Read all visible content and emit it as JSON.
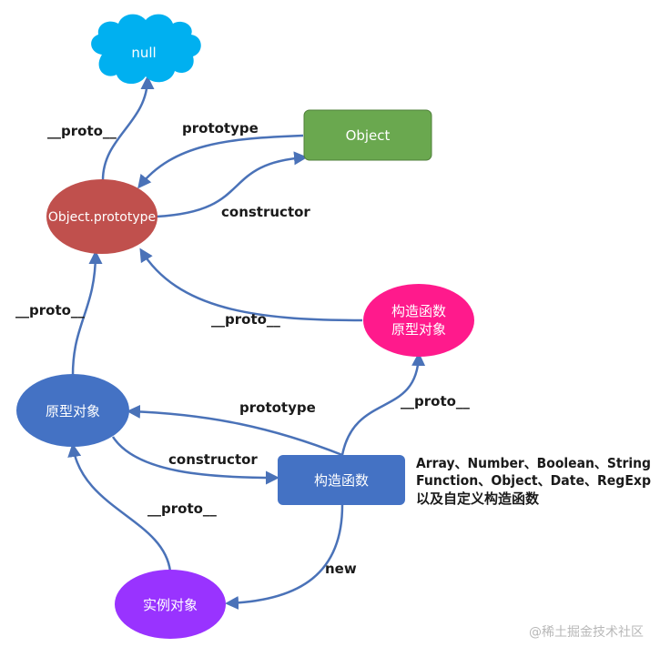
{
  "nodes": {
    "null": {
      "label": "null",
      "color": "#00b0f0"
    },
    "object": {
      "label": "Object",
      "color": "#6aa84f"
    },
    "object_prototype": {
      "label": "Object.prototype",
      "color": "#c0504d"
    },
    "constructor_prototype": {
      "label_line1": "构造函数",
      "label_line2": "原型对象",
      "color": "#ff1a8c"
    },
    "prototype_object": {
      "label": "原型对象",
      "color": "#4472c4"
    },
    "constructor_function": {
      "label": "构造函数",
      "color": "#4472c4"
    },
    "instance": {
      "label": "实例对象",
      "color": "#9933ff"
    }
  },
  "edges": {
    "objproto_to_null": "__proto__",
    "object_to_objproto": "prototype",
    "objproto_to_object": "constructor",
    "protoobj_to_objproto": "__proto__",
    "ctorproto_to_objproto": "__proto__",
    "ctor_to_protoobj": "prototype",
    "protoobj_to_ctor": "constructor",
    "ctor_to_ctorproto": "__proto__",
    "ctor_to_instance": "new",
    "instance_to_protoobj": "__proto__"
  },
  "note": {
    "line1": "Array、Number、Boolean、String",
    "line2": "Function、Object、Date、RegExp",
    "line3": "以及自定义构造函数"
  },
  "watermark": "@稀土掘金技术社区",
  "colors": {
    "edge": "#4a72b8"
  }
}
